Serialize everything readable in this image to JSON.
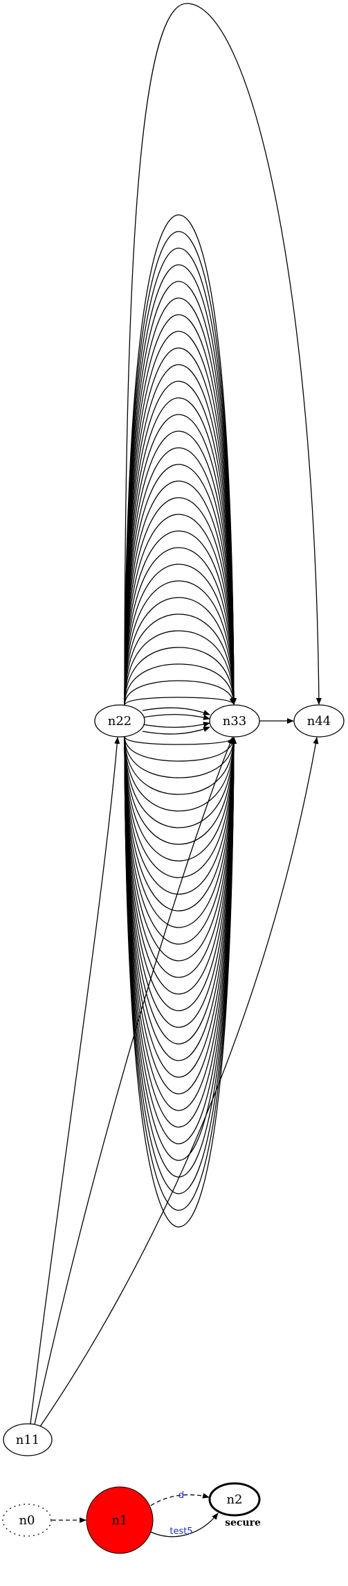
{
  "diagram": {
    "type": "directed-graph",
    "colors": {
      "stroke": "#000000",
      "background": "#ffffff",
      "red_node": "#ff0000",
      "edge_label": "#1f2fcc"
    },
    "nodes": [
      {
        "id": "n44",
        "label": "n44",
        "style": "solid"
      },
      {
        "id": "n33",
        "label": "n33",
        "style": "solid"
      },
      {
        "id": "n22",
        "label": "n22",
        "style": "solid"
      },
      {
        "id": "n11",
        "label": "n11",
        "style": "solid"
      },
      {
        "id": "n0",
        "label": "n0",
        "style": "dotted"
      },
      {
        "id": "n1",
        "label": "n1",
        "style": "filled-red"
      },
      {
        "id": "n2",
        "label": "n2",
        "style": "bold",
        "xlabel": "secure"
      }
    ],
    "edges": [
      {
        "from": "n22",
        "to": "n44",
        "count": 1
      },
      {
        "from": "n22",
        "to": "n33",
        "count": 64
      },
      {
        "from": "n33",
        "to": "n44",
        "count": 1
      },
      {
        "from": "n11",
        "to": "n22",
        "count": 1
      },
      {
        "from": "n11",
        "to": "n33",
        "count": 1
      },
      {
        "from": "n11",
        "to": "n44",
        "count": 1
      },
      {
        "from": "n0",
        "to": "n1",
        "style": "dashed",
        "count": 1
      },
      {
        "from": "n1",
        "to": "n2",
        "style": "dashed",
        "label": "d",
        "count": 1
      },
      {
        "from": "n1",
        "to": "n2",
        "style": "solid",
        "label": "test5",
        "count": 1
      }
    ]
  }
}
